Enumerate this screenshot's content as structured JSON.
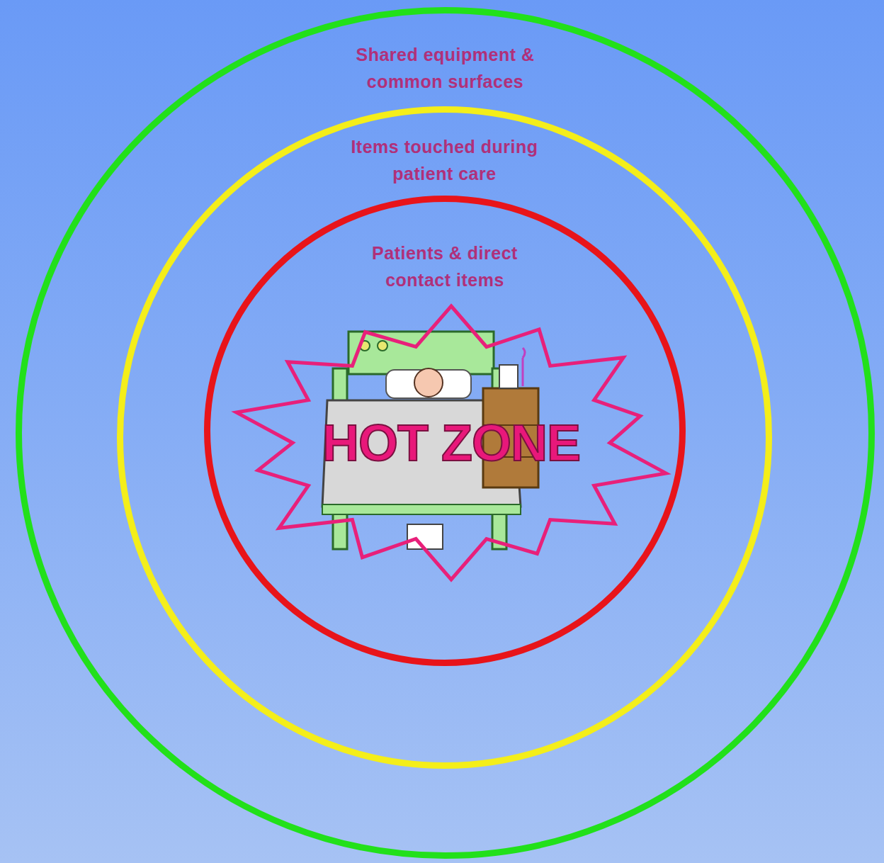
{
  "diagram": {
    "nodes": [
      {
        "text": [
          "Shared equipment & common surfaces"
        ]
      },
      {
        "text": [
          "Items touched during patient care"
        ],
        "in": 0
      },
      {
        "text": [
          "Patients & direct contact items"
        ],
        "in": 1
      },
      {
        "text": [
          "HOT ZONE"
        ],
        "in": 2
      }
    ]
  }
}
